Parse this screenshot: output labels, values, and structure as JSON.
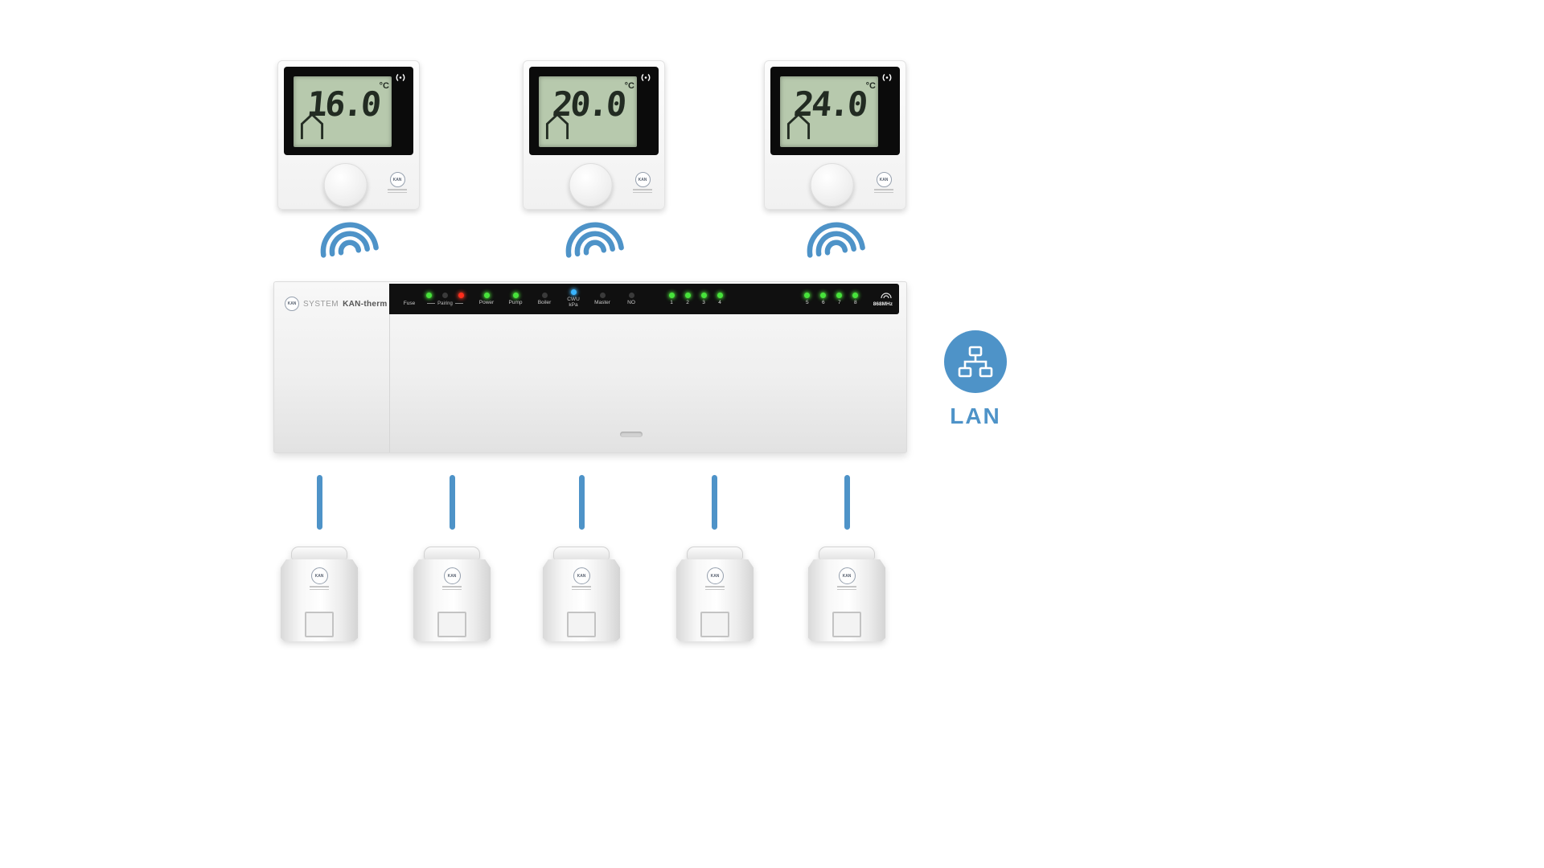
{
  "thermostats": [
    {
      "temperature": "16.0",
      "unit": "°C"
    },
    {
      "temperature": "20.0",
      "unit": "°C"
    },
    {
      "temperature": "24.0",
      "unit": "°C"
    }
  ],
  "controller": {
    "brand": {
      "prefix": "SYSTEM",
      "name": "KAN-therm"
    },
    "fuse_label": "Fuse",
    "pairing_label": "Pairing",
    "pairing_leds": [
      {
        "label": "",
        "color": "green"
      },
      {
        "label": "",
        "color": "off"
      },
      {
        "label": "",
        "color": "red"
      }
    ],
    "status_leds": [
      {
        "label": "Power",
        "color": "green"
      },
      {
        "label": "Pump",
        "color": "green"
      },
      {
        "label": "Boiler",
        "color": "off"
      },
      {
        "label": "CWU kPa",
        "color": "blue"
      },
      {
        "label": "Master",
        "color": "off"
      },
      {
        "label": "NO",
        "color": "off"
      }
    ],
    "zones_left": [
      {
        "label": "1",
        "color": "green"
      },
      {
        "label": "2",
        "color": "green"
      },
      {
        "label": "3",
        "color": "green"
      },
      {
        "label": "4",
        "color": "green"
      }
    ],
    "zones_right": [
      {
        "label": "5",
        "color": "green"
      },
      {
        "label": "6",
        "color": "green"
      },
      {
        "label": "7",
        "color": "green"
      },
      {
        "label": "8",
        "color": "green"
      }
    ],
    "radio_band": "868MHz"
  },
  "lan": {
    "label": "LAN"
  },
  "logo": {
    "text": "KAN"
  },
  "colors": {
    "accent_blue": "#4E93C8",
    "led_green": "#47e23b",
    "led_red": "#ff2d1c",
    "led_blue": "#3ab4ff",
    "lcd_green": "#b7c9ad"
  }
}
